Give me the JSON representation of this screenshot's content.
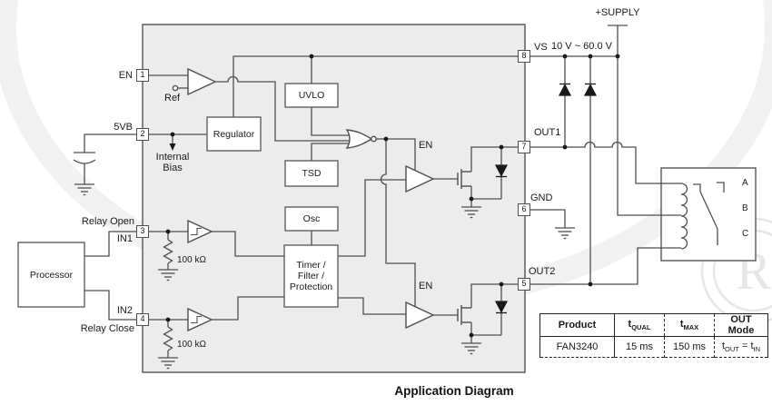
{
  "caption": "Application Diagram",
  "colors": {
    "wire": "#4f4f4f",
    "ic_fill": "#ececec",
    "box_stroke": "#555555",
    "text": "#1a1a1a",
    "watermark": "#ededed"
  },
  "supply": {
    "label": "+SUPPLY",
    "vs_range": "10 V ~ 60.0 V"
  },
  "ic": {
    "pins": {
      "p1": {
        "num": "1",
        "name": "EN"
      },
      "p2": {
        "num": "2",
        "name": "5VB"
      },
      "p3": {
        "num": "3",
        "name": "IN1",
        "signal": "Relay Open"
      },
      "p4": {
        "num": "4",
        "name": "IN2",
        "signal": "Relay Close"
      },
      "p5": {
        "num": "5",
        "name": "OUT2"
      },
      "p6": {
        "num": "6",
        "name": "GND"
      },
      "p7": {
        "num": "7",
        "name": "OUT1"
      },
      "p8": {
        "num": "8",
        "name": "VS"
      }
    },
    "blocks": {
      "uvlo": "UVLO",
      "regulator": "Regulator",
      "tsd": "TSD",
      "osc": "Osc",
      "timer": [
        "Timer /",
        "Filter /",
        "Protection"
      ]
    },
    "nets": {
      "en": "EN",
      "ref": "Ref",
      "internal_bias": [
        "Internal",
        "Bias"
      ]
    },
    "resistor_value": "100 kΩ"
  },
  "external": {
    "processor": "Processor",
    "relay_contacts": [
      "A",
      "B",
      "C"
    ]
  },
  "watermark": {
    "glyph": "R"
  },
  "table": {
    "headers": {
      "product": "Product",
      "tqual": {
        "base": "t",
        "sub": "QUAL"
      },
      "tmax": {
        "base": "t",
        "sub": "MAX"
      },
      "out_mode": "OUT Mode"
    },
    "row": {
      "product": "FAN3240",
      "tqual": "15 ms",
      "tmax": "150 ms",
      "out_mode": {
        "t1": "t",
        "s1": "OUT",
        "eq": " = ",
        "t2": "t",
        "s2": "IN"
      }
    }
  }
}
